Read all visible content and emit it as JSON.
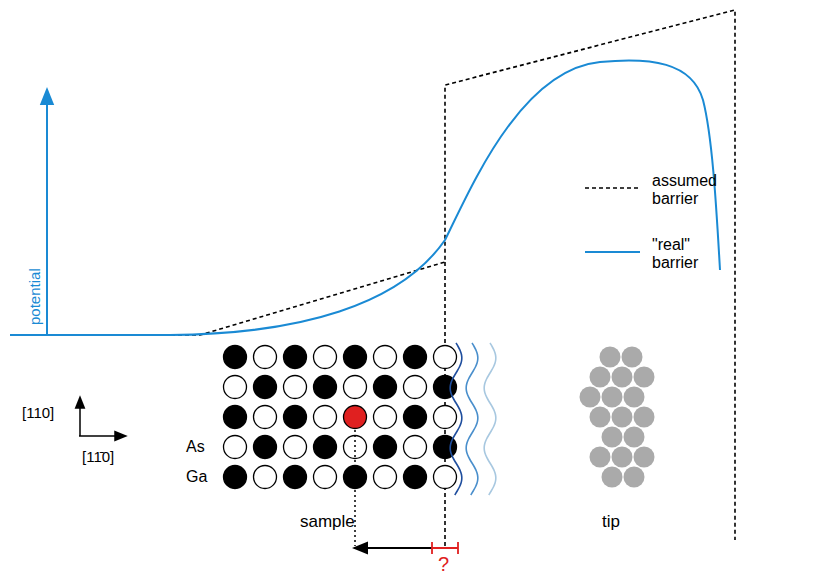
{
  "diagram": {
    "labels": [
      "potential",
      "[110]",
      "[11̄0]",
      "As",
      "Ga",
      "sample",
      "tip",
      "?"
    ],
    "legend": [
      {
        "text": "assumed barrier"
      },
      {
        "text": "\"real\" barrier"
      }
    ]
  }
}
